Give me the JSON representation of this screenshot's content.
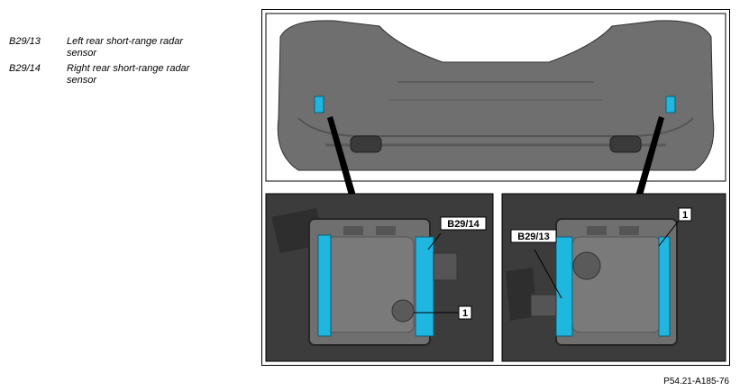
{
  "legend": {
    "items": [
      {
        "code": "B29/13",
        "description": "Left rear short-range radar sensor"
      },
      {
        "code": "B29/14",
        "description": "Right rear short-range radar sensor"
      }
    ]
  },
  "figure": {
    "callouts": {
      "left_sensor": "B29/14",
      "left_bracket": "1",
      "right_sensor": "B29/13",
      "right_bracket": "1"
    },
    "reference_code": "P54.21-A185-76",
    "colors": {
      "sensor_highlight": "#1fb6e0",
      "part_grey": "#6f6f6f",
      "background_grey": "#3c3c3c"
    }
  }
}
